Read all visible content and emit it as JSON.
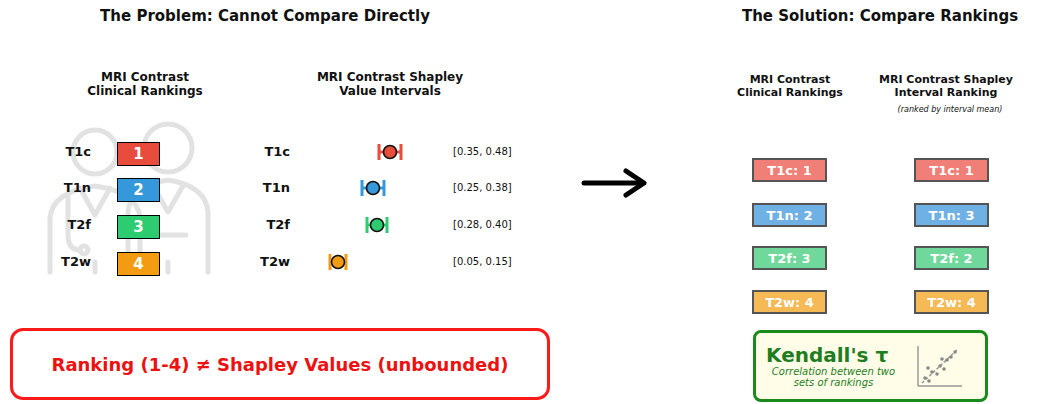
{
  "diagram": {
    "nodes": [
      {
        "text": [
          "1"
        ]
      },
      {
        "text": [
          "2"
        ]
      },
      {
        "text": [
          "3"
        ]
      },
      {
        "text": [
          "4"
        ]
      },
      {
        "text": [
          "Ranking (1-4) ≠ Shapley Values (unbounded)"
        ]
      },
      {
        "text": [
          "T1c: 1"
        ]
      },
      {
        "text": [
          "T1c: 1"
        ]
      },
      {
        "text": [
          "T1n: 2"
        ]
      },
      {
        "text": [
          "T1n: 3"
        ]
      },
      {
        "text": [
          "T2f: 3"
        ]
      },
      {
        "text": [
          "T2f: 2"
        ]
      },
      {
        "text": [
          "T2w: 4"
        ]
      },
      {
        "text": [
          "T2w: 4"
        ]
      },
      {
        "text": [
          "Kendall's τ",
          "Correlation between two sets of rankings"
        ]
      }
    ],
    "labels": [
      "The Problem: Cannot Compare Directly",
      "The Solution: Compare Rankings",
      "MRI Contrast Clinical Rankings",
      "MRI Contrast Shapley Value Intervals",
      "T1c",
      "T1n",
      "T2f",
      "T2w",
      "T1c",
      "T1n",
      "T2f",
      "T2w",
      "[0.35, 0.48]",
      "[0.25, 0.38]",
      "[0.28, 0.40]",
      "[0.05, 0.15]",
      "MRI Contrast Clinical Rankings",
      "MRI Contrast Shapley Interval Ranking",
      "(ranked by interval mean)"
    ]
  }
}
